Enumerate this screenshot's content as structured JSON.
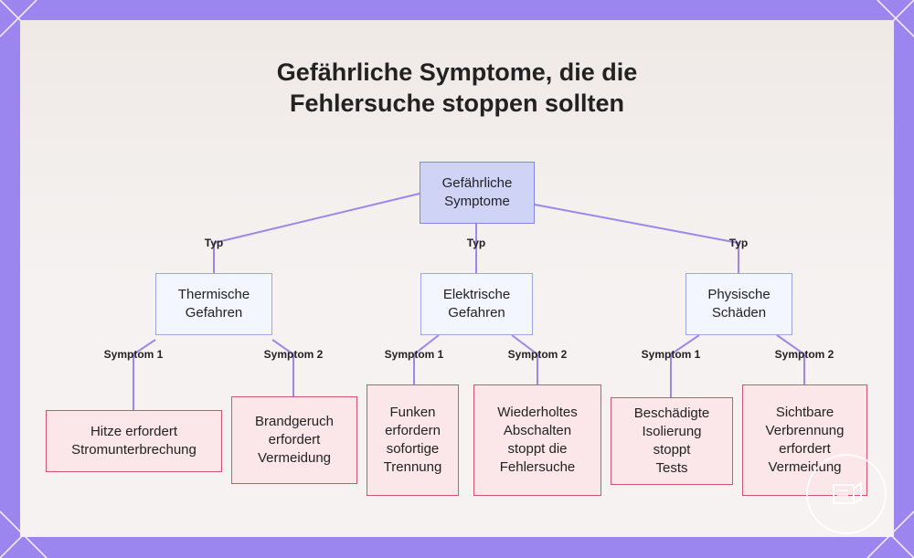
{
  "title_lines": [
    "Gefährliche Symptome, die die",
    "Fehlersuche stoppen sollten"
  ],
  "root": {
    "label": [
      "Gefährliche",
      "Symptome"
    ]
  },
  "categories": [
    {
      "label": [
        "Thermische",
        "Gefahren"
      ],
      "edge_label": "Typ"
    },
    {
      "label": [
        "Elektrische",
        "Gefahren"
      ],
      "edge_label": "Typ"
    },
    {
      "label": [
        "Physische",
        "Schäden"
      ],
      "edge_label": "Typ"
    }
  ],
  "leaves": [
    {
      "edge_label": "Symptom 1",
      "label": [
        "Hitze erfordert",
        "Stromunterbrechung"
      ]
    },
    {
      "edge_label": "Symptom 2",
      "label": [
        "Brandgeruch",
        "erfordert",
        "Vermeidung"
      ]
    },
    {
      "edge_label": "Symptom 1",
      "label": [
        "Funken",
        "erfordern",
        "sofortige",
        "Trennung"
      ]
    },
    {
      "edge_label": "Symptom 2",
      "label": [
        "Wiederholtes",
        "Abschalten",
        "stoppt die",
        "Fehlersuche"
      ]
    },
    {
      "edge_label": "Symptom 1",
      "label": [
        "Beschädigte",
        "Isolierung",
        "stoppt",
        "Tests"
      ]
    },
    {
      "edge_label": "Symptom 2",
      "label": [
        "Sichtbare",
        "Verbrennung",
        "erfordert",
        "Vermeidung"
      ]
    }
  ],
  "colors": {
    "background": "#9b85ee",
    "edge": "#9d87e6",
    "root_fill": "#cfd4f7",
    "category_fill": "#f4f6ff",
    "leaf_fill": "#fbe6ea",
    "leaf_border": "#d4566d"
  },
  "icons": {
    "corner_logo": "document-logo-icon"
  }
}
